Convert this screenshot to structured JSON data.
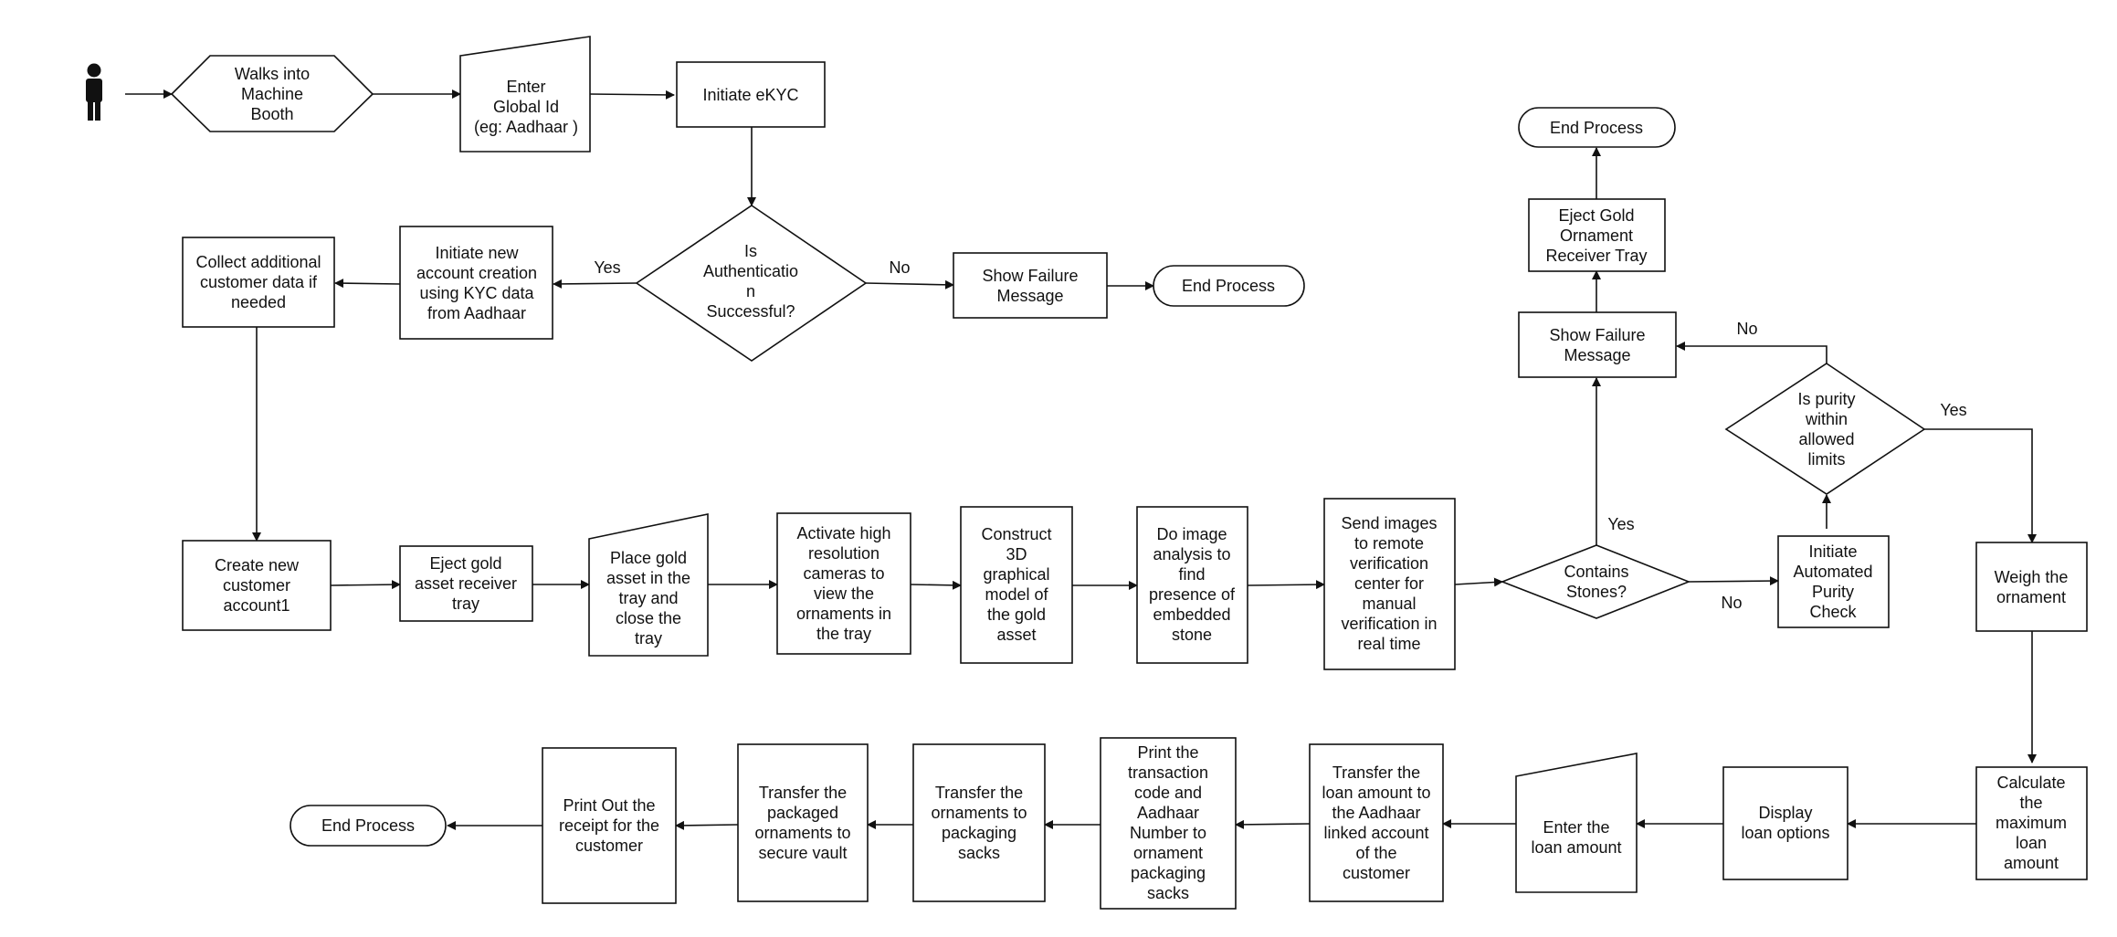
{
  "nodes": [
    {
      "id": "walks",
      "lines": [
        "Walks into",
        "Machine",
        "Booth"
      ]
    },
    {
      "id": "enter-global-id",
      "lines": [
        "Enter",
        "Global Id",
        "(eg: Aadhaar )"
      ]
    },
    {
      "id": "initiate-ekyc",
      "lines": [
        "Initiate eKYC"
      ]
    },
    {
      "id": "is-auth",
      "lines": [
        "Is",
        "Authenticatio",
        "n",
        "Successful?"
      ]
    },
    {
      "id": "show-failure-1",
      "lines": [
        "Show Failure",
        "Message"
      ]
    },
    {
      "id": "end-process-1",
      "lines": [
        "End Process"
      ]
    },
    {
      "id": "initiate-new-account",
      "lines": [
        "Initiate new",
        "account creation",
        "using KYC data",
        "from Aadhaar"
      ]
    },
    {
      "id": "collect-additional",
      "lines": [
        "Collect additional",
        "customer data if",
        "needed"
      ]
    },
    {
      "id": "create-account",
      "lines": [
        "Create new",
        "customer",
        "account1"
      ]
    },
    {
      "id": "eject-tray",
      "lines": [
        "Eject gold",
        "asset receiver",
        "tray"
      ]
    },
    {
      "id": "place-gold",
      "lines": [
        "Place gold",
        "asset in the",
        "tray and",
        "close the",
        "tray"
      ]
    },
    {
      "id": "activate-cameras",
      "lines": [
        "Activate high",
        "resolution",
        "cameras to",
        "view the",
        "ornaments in",
        "the tray"
      ]
    },
    {
      "id": "construct-3d",
      "lines": [
        "Construct",
        "3D",
        "graphical",
        "model of",
        "the gold",
        "asset"
      ]
    },
    {
      "id": "image-analysis",
      "lines": [
        "Do image",
        "analysis to",
        "find",
        "presence of",
        "embedded",
        "stone"
      ]
    },
    {
      "id": "send-images",
      "lines": [
        "Send images",
        "to remote",
        "verification",
        "center for",
        "manual",
        "verification in",
        "real time"
      ]
    },
    {
      "id": "contains-stones",
      "lines": [
        "Contains",
        "Stones?"
      ]
    },
    {
      "id": "show-failure-2",
      "lines": [
        "Show Failure",
        "Message"
      ]
    },
    {
      "id": "eject-ornament-tray",
      "lines": [
        "Eject Gold",
        "Ornament",
        "Receiver Tray"
      ]
    },
    {
      "id": "end-process-2",
      "lines": [
        "End Process"
      ]
    },
    {
      "id": "initiate-purity",
      "lines": [
        "Initiate",
        "Automated",
        "Purity",
        "Check"
      ]
    },
    {
      "id": "is-purity",
      "lines": [
        "Is purity",
        "within",
        "allowed",
        "limits"
      ]
    },
    {
      "id": "weigh",
      "lines": [
        "Weigh the",
        "ornament"
      ]
    },
    {
      "id": "calculate-loan",
      "lines": [
        "Calculate",
        "the",
        "maximum",
        "loan",
        "amount"
      ]
    },
    {
      "id": "display-loan",
      "lines": [
        "Display",
        "loan options"
      ]
    },
    {
      "id": "enter-loan",
      "lines": [
        "Enter the",
        "loan amount"
      ]
    },
    {
      "id": "transfer-loan",
      "lines": [
        "Transfer the",
        "loan amount to",
        "the Aadhaar",
        "linked account",
        "of the",
        "customer"
      ]
    },
    {
      "id": "print-transaction",
      "lines": [
        "Print the",
        "transaction",
        "code and",
        "Aadhaar",
        "Number to",
        "ornament",
        "packaging",
        "sacks"
      ]
    },
    {
      "id": "transfer-ornaments",
      "lines": [
        "Transfer the",
        "ornaments to",
        "packaging",
        "sacks"
      ]
    },
    {
      "id": "transfer-packaged",
      "lines": [
        "Transfer the",
        "packaged",
        "ornaments to",
        "secure vault"
      ]
    },
    {
      "id": "print-receipt",
      "lines": [
        "Print Out the",
        "receipt for the",
        "customer"
      ]
    },
    {
      "id": "end-process-3",
      "lines": [
        "End Process"
      ]
    }
  ],
  "edge_labels": [
    {
      "id": "auth-yes",
      "text": "Yes"
    },
    {
      "id": "auth-no",
      "text": "No"
    },
    {
      "id": "stones-yes",
      "text": "Yes"
    },
    {
      "id": "stones-no",
      "text": "No"
    },
    {
      "id": "purity-no",
      "text": "No"
    },
    {
      "id": "purity-yes",
      "text": "Yes"
    }
  ]
}
